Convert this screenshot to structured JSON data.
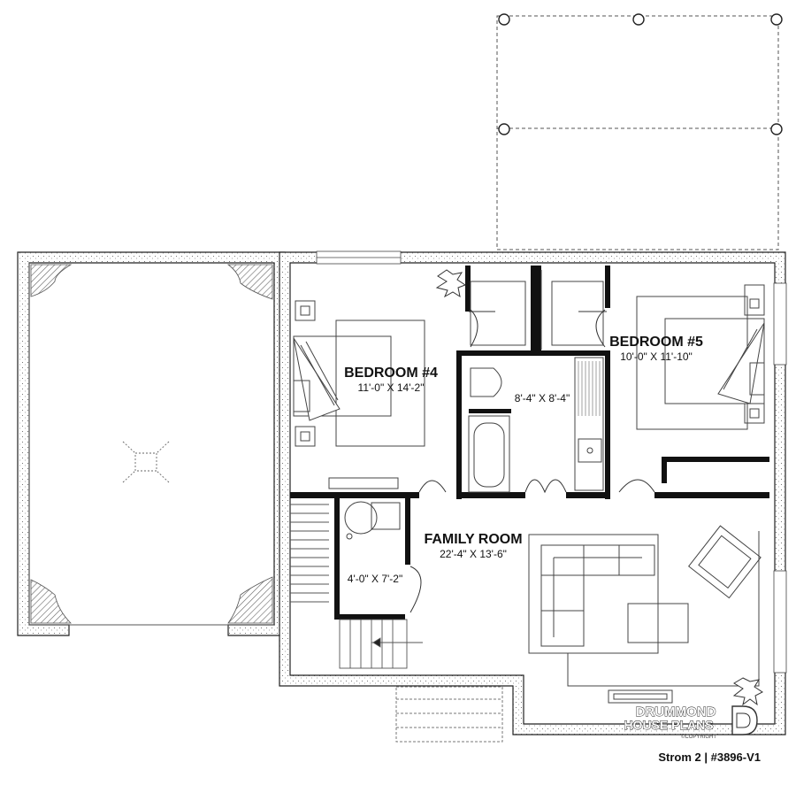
{
  "rooms": {
    "bedroom4": {
      "name": "BEDROOM #4",
      "dims": "11'-0\" X 14'-2\""
    },
    "bedroom5": {
      "name": "BEDROOM #5",
      "dims": "10'-0\" X 11'-10\""
    },
    "bathroom": {
      "dims": "8'-4\" X 8'-4\""
    },
    "family_room": {
      "name": "FAMILY ROOM",
      "dims": "22'-4\" X 13'-6\""
    },
    "storage": {
      "dims": "4'-0\" X 7'-2\""
    }
  },
  "branding": {
    "line1": "DRUMMOND",
    "line2": "HOUSE PLANS",
    "copyright": "©COPYRIGHT",
    "caption": "Strom 2 | #3896-V1"
  },
  "colors": {
    "wall": "#111111",
    "line": "#444444",
    "background": "#ffffff"
  }
}
